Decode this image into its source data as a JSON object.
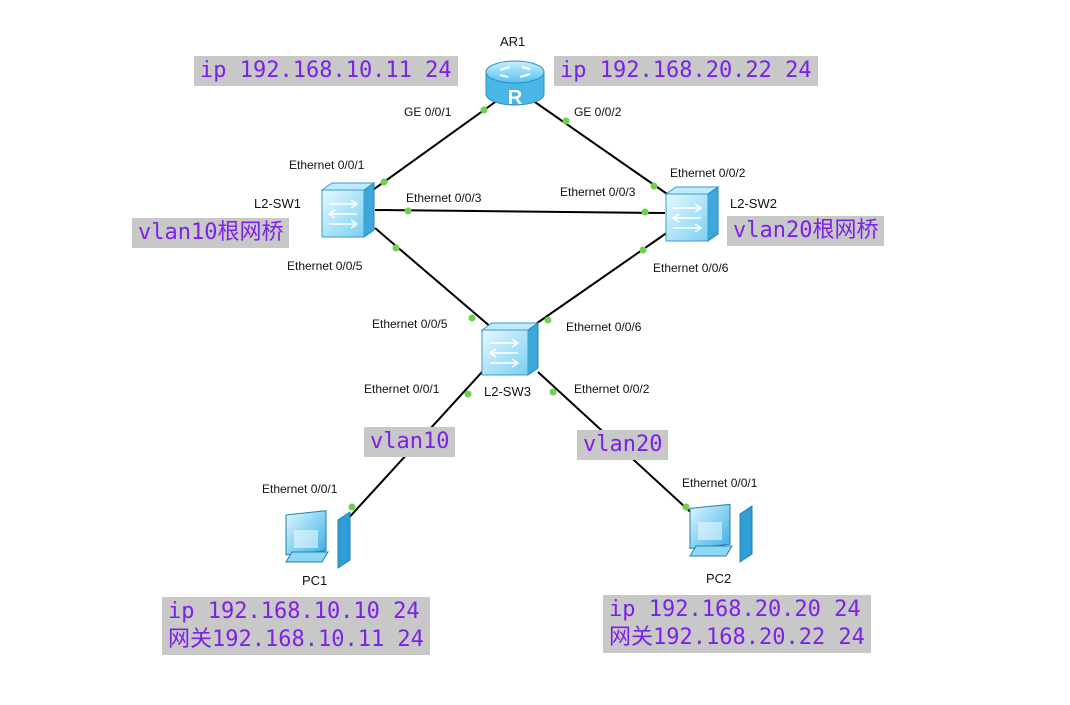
{
  "devices": {
    "ar1": "AR1",
    "sw1": "L2-SW1",
    "sw2": "L2-SW2",
    "sw3": "L2-SW3",
    "pc1": "PC1",
    "pc2": "PC2"
  },
  "ports": {
    "ar1_g001": "GE 0/0/1",
    "ar1_g002": "GE 0/0/2",
    "sw1_e001": "Ethernet 0/0/1",
    "sw1_e003": "Ethernet 0/0/3",
    "sw1_e005": "Ethernet 0/0/5",
    "sw2_e002": "Ethernet 0/0/2",
    "sw2_e003": "Ethernet 0/0/3",
    "sw2_e006": "Ethernet 0/0/6",
    "sw3_e005": "Ethernet 0/0/5",
    "sw3_e006": "Ethernet 0/0/6",
    "sw3_e001": "Ethernet 0/0/1",
    "sw3_e002": "Ethernet 0/0/2",
    "pc1_e001": "Ethernet 0/0/1",
    "pc2_e001": "Ethernet 0/0/1"
  },
  "notes": {
    "ar1_ip_left": "ip 192.168.10.11 24",
    "ar1_ip_right": "ip 192.168.20.22 24",
    "sw1_root": "vlan10根网桥",
    "sw2_root": "vlan20根网桥",
    "vlan10": "vlan10",
    "vlan20": "vlan20",
    "pc1_ip": "ip 192.168.10.10 24",
    "pc1_gw": "网关192.168.10.11 24",
    "pc2_ip": "ip 192.168.20.20 24",
    "pc2_gw": "网关192.168.20.22 24"
  },
  "colors": {
    "link": "#000000",
    "port_dot": "#6cd24a",
    "note_bg": "#c8c8c8",
    "note_text": "#7b22e6",
    "device_fill": "#8fd8f5"
  },
  "icons": {
    "router": "router-icon",
    "switch": "switch-icon",
    "pc": "pc-icon"
  }
}
